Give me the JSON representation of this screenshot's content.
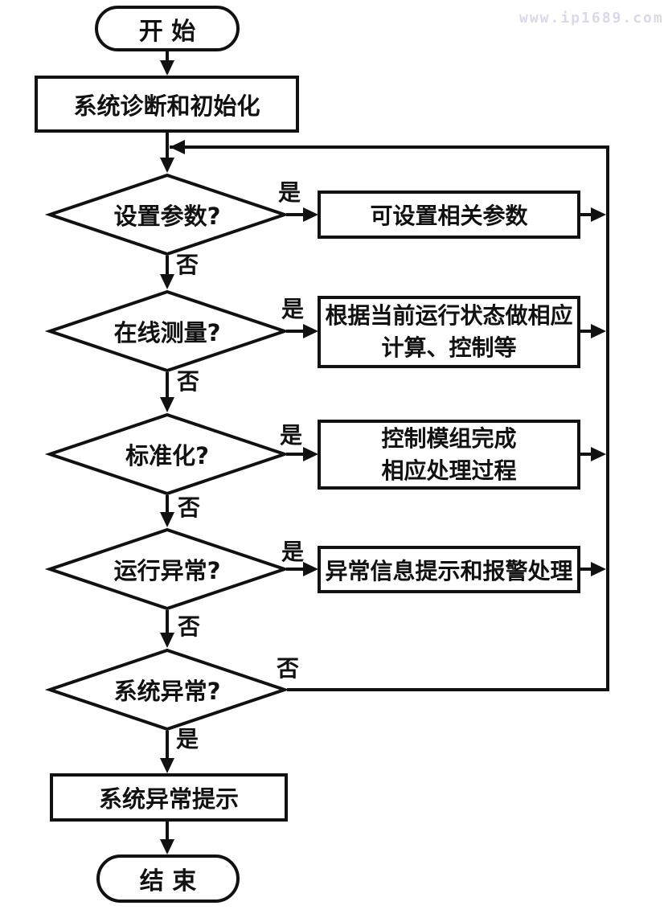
{
  "watermark": "www.ip1689.com",
  "flowchart": {
    "start": "开 始",
    "init": "系统诊断和初始化",
    "decisions": [
      {
        "label": "设置参数?",
        "yes": "是",
        "no": "否",
        "action_lines": [
          "可设置相关参数"
        ]
      },
      {
        "label": "在线测量?",
        "yes": "是",
        "no": "否",
        "action_lines": [
          "根据当前运行状态做相应",
          "计算、控制等"
        ]
      },
      {
        "label": "标准化?",
        "yes": "是",
        "no": "否",
        "action_lines": [
          "控制模组完成",
          "相应处理过程"
        ]
      },
      {
        "label": "运行异常?",
        "yes": "是",
        "no": "否",
        "action_lines": [
          "异常信息提示和报警处理"
        ]
      },
      {
        "label": "系统异常?",
        "yes": "是",
        "no": "否",
        "action_lines": []
      }
    ],
    "abnormal_prompt": "系统异常提示",
    "end": "结 束",
    "line_color": "#111111",
    "background_color": "#ffffff"
  }
}
